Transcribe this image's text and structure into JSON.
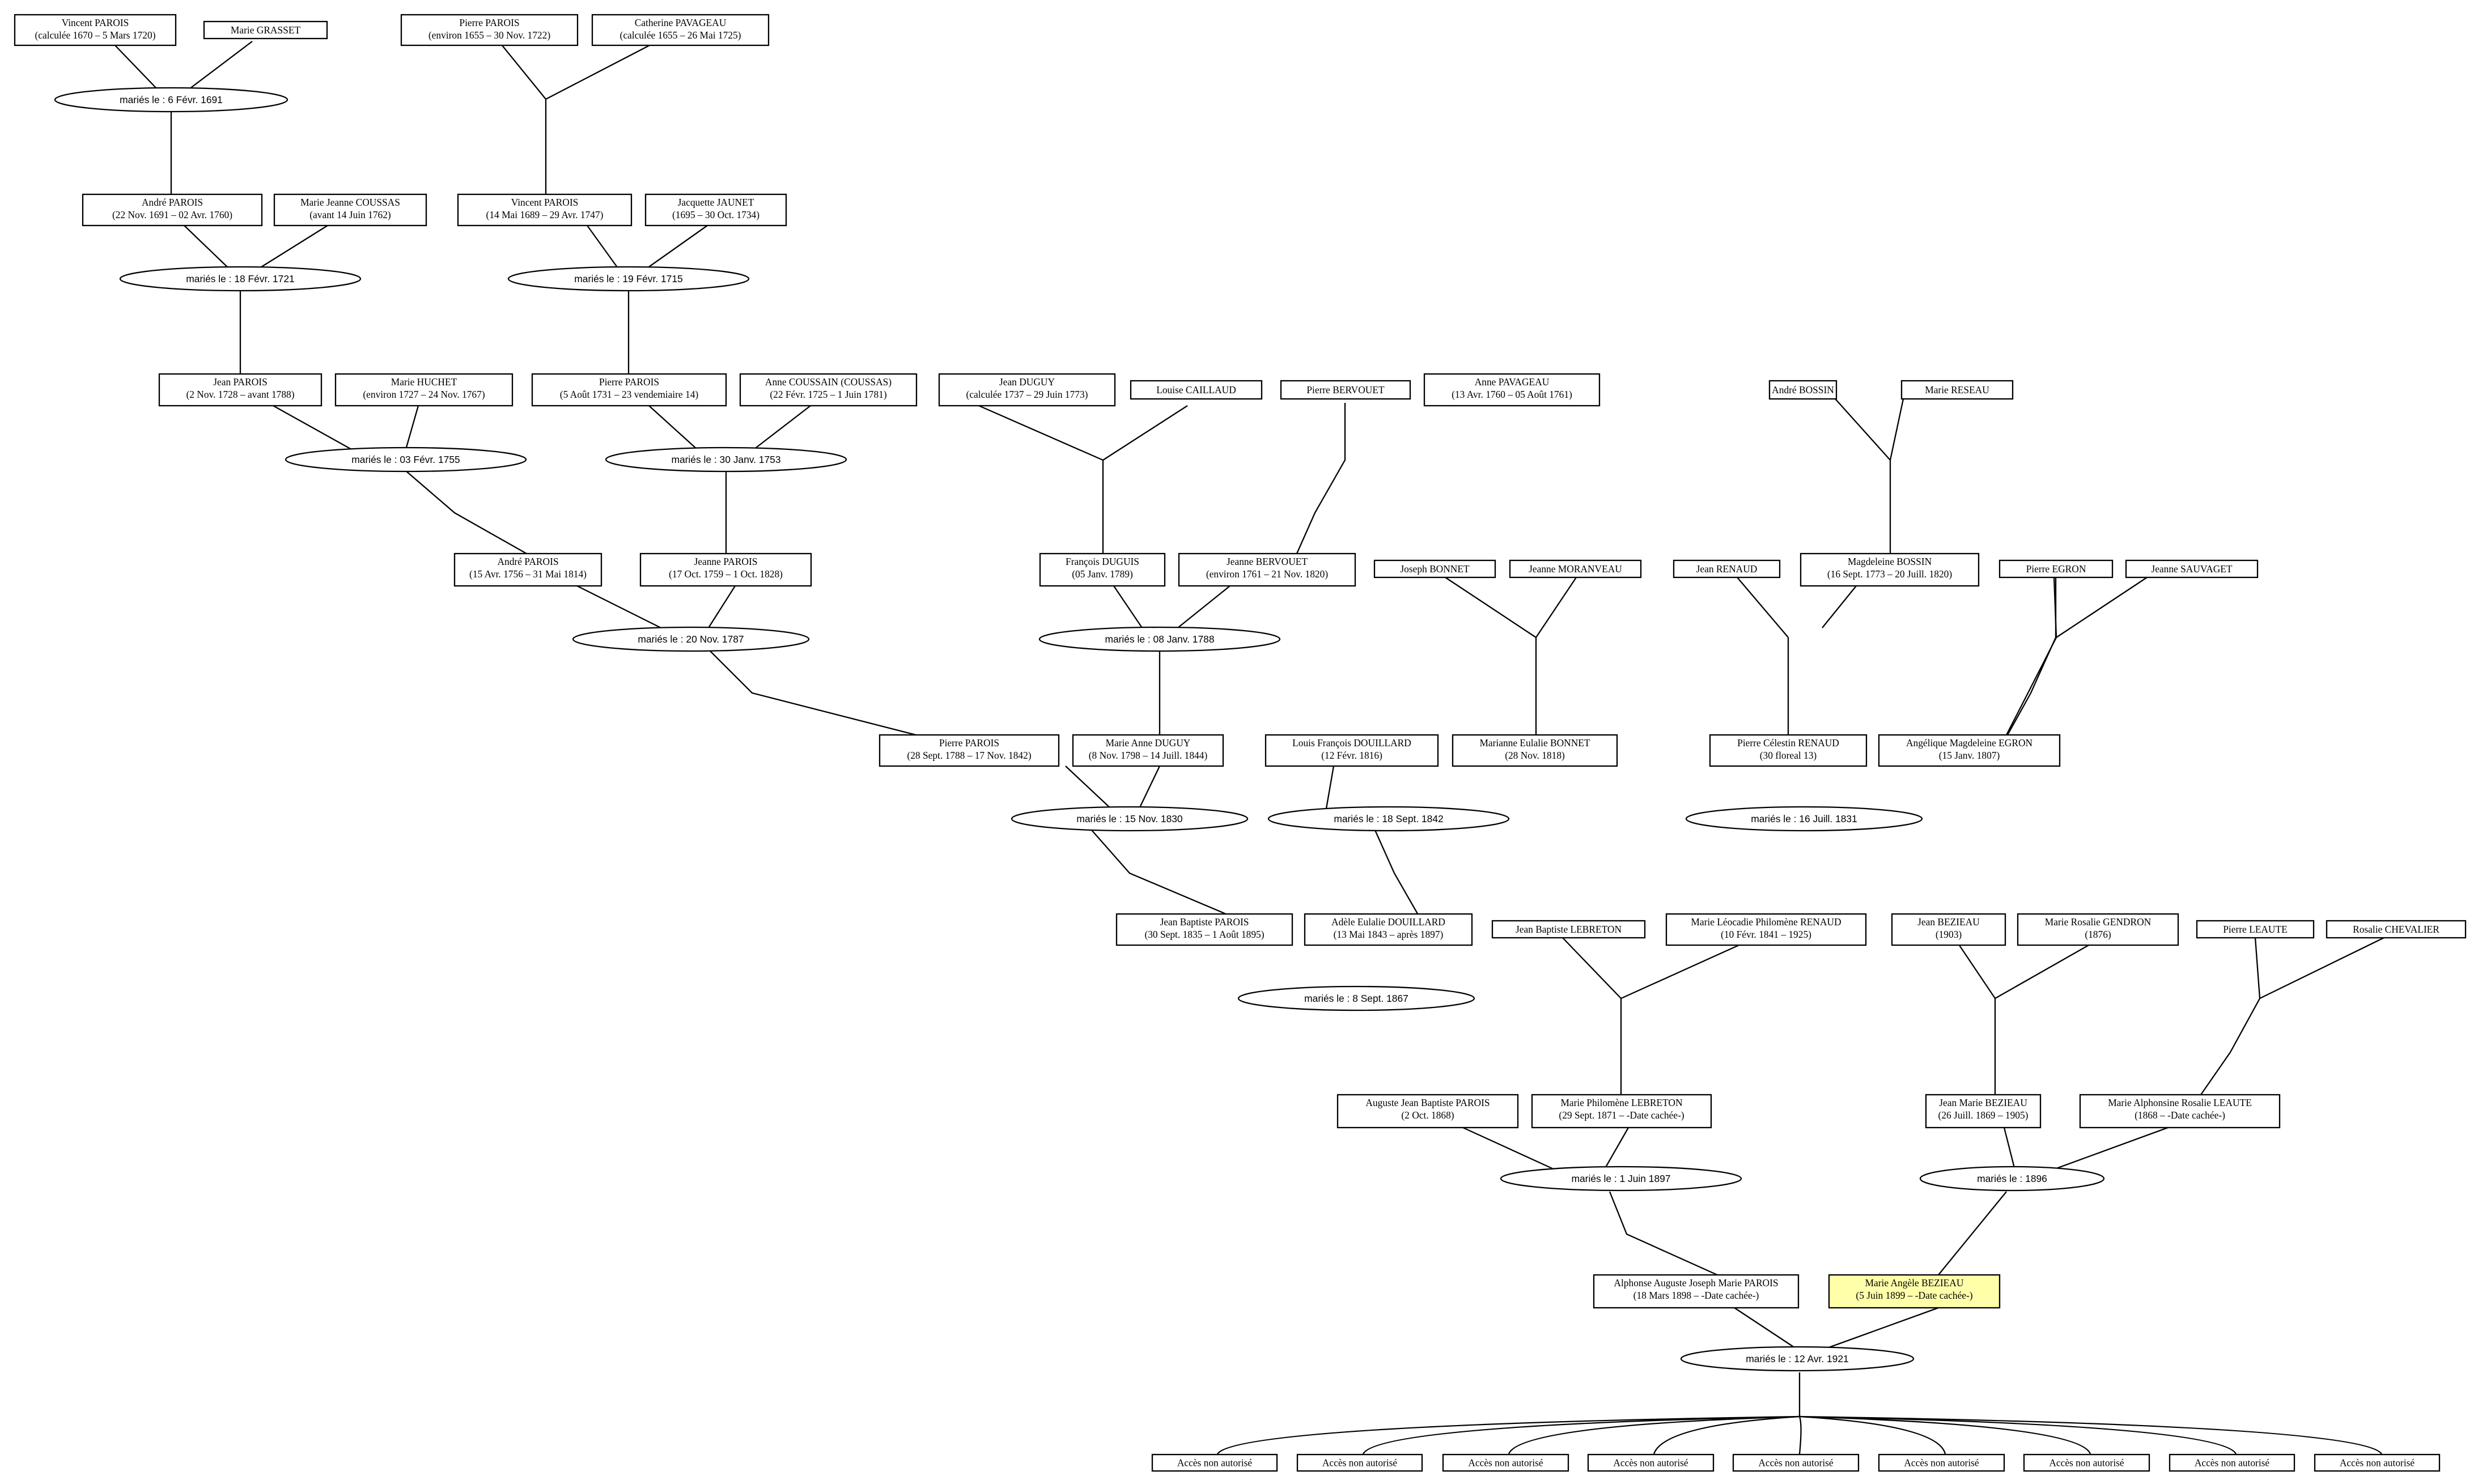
{
  "persons": {
    "p1": {
      "name": "Vincent PAROIS",
      "dates": "(calculée 1670 – 5 Mars 1720)"
    },
    "p2": {
      "name": "Marie GRASSET",
      "dates": ""
    },
    "p3": {
      "name": "Pierre PAROIS",
      "dates": "(environ 1655 – 30 Nov. 1722)"
    },
    "p4": {
      "name": "Catherine PAVAGEAU",
      "dates": "(calculée 1655 – 26 Mai 1725)"
    },
    "p5": {
      "name": "André PAROIS",
      "dates": "(22 Nov. 1691 – 02 Avr. 1760)"
    },
    "p6": {
      "name": "Marie Jeanne COUSSAS",
      "dates": "(avant 14 Juin 1762)"
    },
    "p7": {
      "name": "Vincent PAROIS",
      "dates": "(14 Mai 1689 – 29 Avr. 1747)"
    },
    "p8": {
      "name": "Jacquette JAUNET",
      "dates": "(1695 – 30 Oct. 1734)"
    },
    "p9": {
      "name": "Jean PAROIS",
      "dates": "(2 Nov. 1728 – avant 1788)"
    },
    "p10": {
      "name": "Marie HUCHET",
      "dates": "(environ 1727 – 24 Nov. 1767)"
    },
    "p11": {
      "name": "Pierre PAROIS",
      "dates": "(5 Août 1731 – 23 vendemiaire 14)"
    },
    "p12": {
      "name": "Anne COUSSAIN (COUSSAS)",
      "dates": "(22 Févr. 1725 – 1 Juin 1781)"
    },
    "p13": {
      "name": "Jean DUGUY",
      "dates": "(calculée 1737 – 29 Juin 1773)"
    },
    "p14": {
      "name": "Louise CAILLAUD",
      "dates": ""
    },
    "p15": {
      "name": "Pierre BERVOUET",
      "dates": ""
    },
    "p16": {
      "name": "Anne PAVAGEAU",
      "dates": "(13 Avr. 1760 – 05 Août 1761)"
    },
    "p17": {
      "name": "André BOSSIN",
      "dates": ""
    },
    "p18": {
      "name": "Marie RESEAU",
      "dates": ""
    },
    "p19": {
      "name": "André PAROIS",
      "dates": "(15 Avr. 1756 – 31 Mai 1814)"
    },
    "p20": {
      "name": "Jeanne PAROIS",
      "dates": "(17 Oct. 1759 – 1 Oct. 1828)"
    },
    "p21": {
      "name": "François DUGUIS",
      "dates": "(05 Janv. 1789)"
    },
    "p22": {
      "name": "Jeanne BERVOUET",
      "dates": "(environ 1761 – 21 Nov. 1820)"
    },
    "p23": {
      "name": "Joseph BONNET",
      "dates": ""
    },
    "p24": {
      "name": "Jeanne MORANVEAU",
      "dates": ""
    },
    "p25": {
      "name": "Jean RENAUD",
      "dates": ""
    },
    "p26": {
      "name": "Magdeleine BOSSIN",
      "dates": "(16 Sept. 1773 – 20 Juill. 1820)"
    },
    "p27": {
      "name": "Pierre EGRON",
      "dates": ""
    },
    "p28": {
      "name": "Jeanne SAUVAGET",
      "dates": ""
    },
    "p29": {
      "name": "Pierre PAROIS",
      "dates": "(28 Sept. 1788 – 17 Nov. 1842)"
    },
    "p30": {
      "name": "Marie Anne DUGUY",
      "dates": "(8 Nov. 1798 – 14 Juill. 1844)"
    },
    "p31": {
      "name": "Louis François DOUILLARD",
      "dates": "(12 Févr. 1816)"
    },
    "p32": {
      "name": "Marianne Eulalie BONNET",
      "dates": "(28 Nov. 1818)"
    },
    "p33": {
      "name": "Pierre Célestin RENAUD",
      "dates": "(30 floreal 13)"
    },
    "p34": {
      "name": "Angélique Magdeleine EGRON",
      "dates": "(15 Janv. 1807)"
    },
    "p35": {
      "name": "Jean Baptiste PAROIS",
      "dates": "(30 Sept. 1835 – 1 Août 1895)"
    },
    "p36": {
      "name": "Adèle Eulalie DOUILLARD",
      "dates": "(13 Mai 1843 – après 1897)"
    },
    "p37": {
      "name": "Jean Baptiste LEBRETON",
      "dates": ""
    },
    "p38": {
      "name": "Marie Léocadie Philomène RENAUD",
      "dates": "(10 Févr. 1841 – 1925)"
    },
    "p39": {
      "name": "Jean BEZIEAU",
      "dates": "(1903)"
    },
    "p40": {
      "name": "Marie Rosalie GENDRON",
      "dates": "(1876)"
    },
    "p41": {
      "name": "Pierre LEAUTE",
      "dates": ""
    },
    "p42": {
      "name": "Rosalie CHEVALIER",
      "dates": ""
    },
    "p43": {
      "name": "Auguste Jean Baptiste PAROIS",
      "dates": "(2 Oct. 1868)"
    },
    "p44": {
      "name": "Marie Philomène LEBRETON",
      "dates": "(29 Sept. 1871 – -Date cachée-)"
    },
    "p45": {
      "name": "Jean Marie BEZIEAU",
      "dates": "(26 Juill. 1869 – 1905)"
    },
    "p46": {
      "name": "Marie Alphonsine Rosalie LEAUTE",
      "dates": "(1868 – -Date cachée-)"
    },
    "p47": {
      "name": "Alphonse Auguste Joseph Marie PAROIS",
      "dates": "(18 Mars 1898 – -Date cachée-)"
    },
    "p48": {
      "name": "Marie Angèle BEZIEAU",
      "dates": "(5 Juin 1899 – -Date cachée-)"
    }
  },
  "marriages": {
    "m1": "mariés le : 6 Févr. 1691",
    "m2": "mariés le : 18 Févr. 1721",
    "m3": "mariés le : 19 Févr. 1715",
    "m4": "mariés le : 03 Févr. 1755",
    "m5": "mariés le : 30 Janv. 1753",
    "m6": "mariés le : 20 Nov. 1787",
    "m7": "mariés le : 08 Janv. 1788",
    "m8": "mariés le : 15 Nov. 1830",
    "m9": "mariés le : 18 Sept. 1842",
    "m10": "mariés le : 16 Juill. 1831",
    "m11": "mariés le : 8 Sept. 1867",
    "m12": "mariés le : 1 Juin 1897",
    "m13": "mariés le : 1896",
    "m14": "mariés le : 12 Avr. 1921"
  },
  "children_label": "Accès non autorisé",
  "highlight_color": "#ffffaa"
}
